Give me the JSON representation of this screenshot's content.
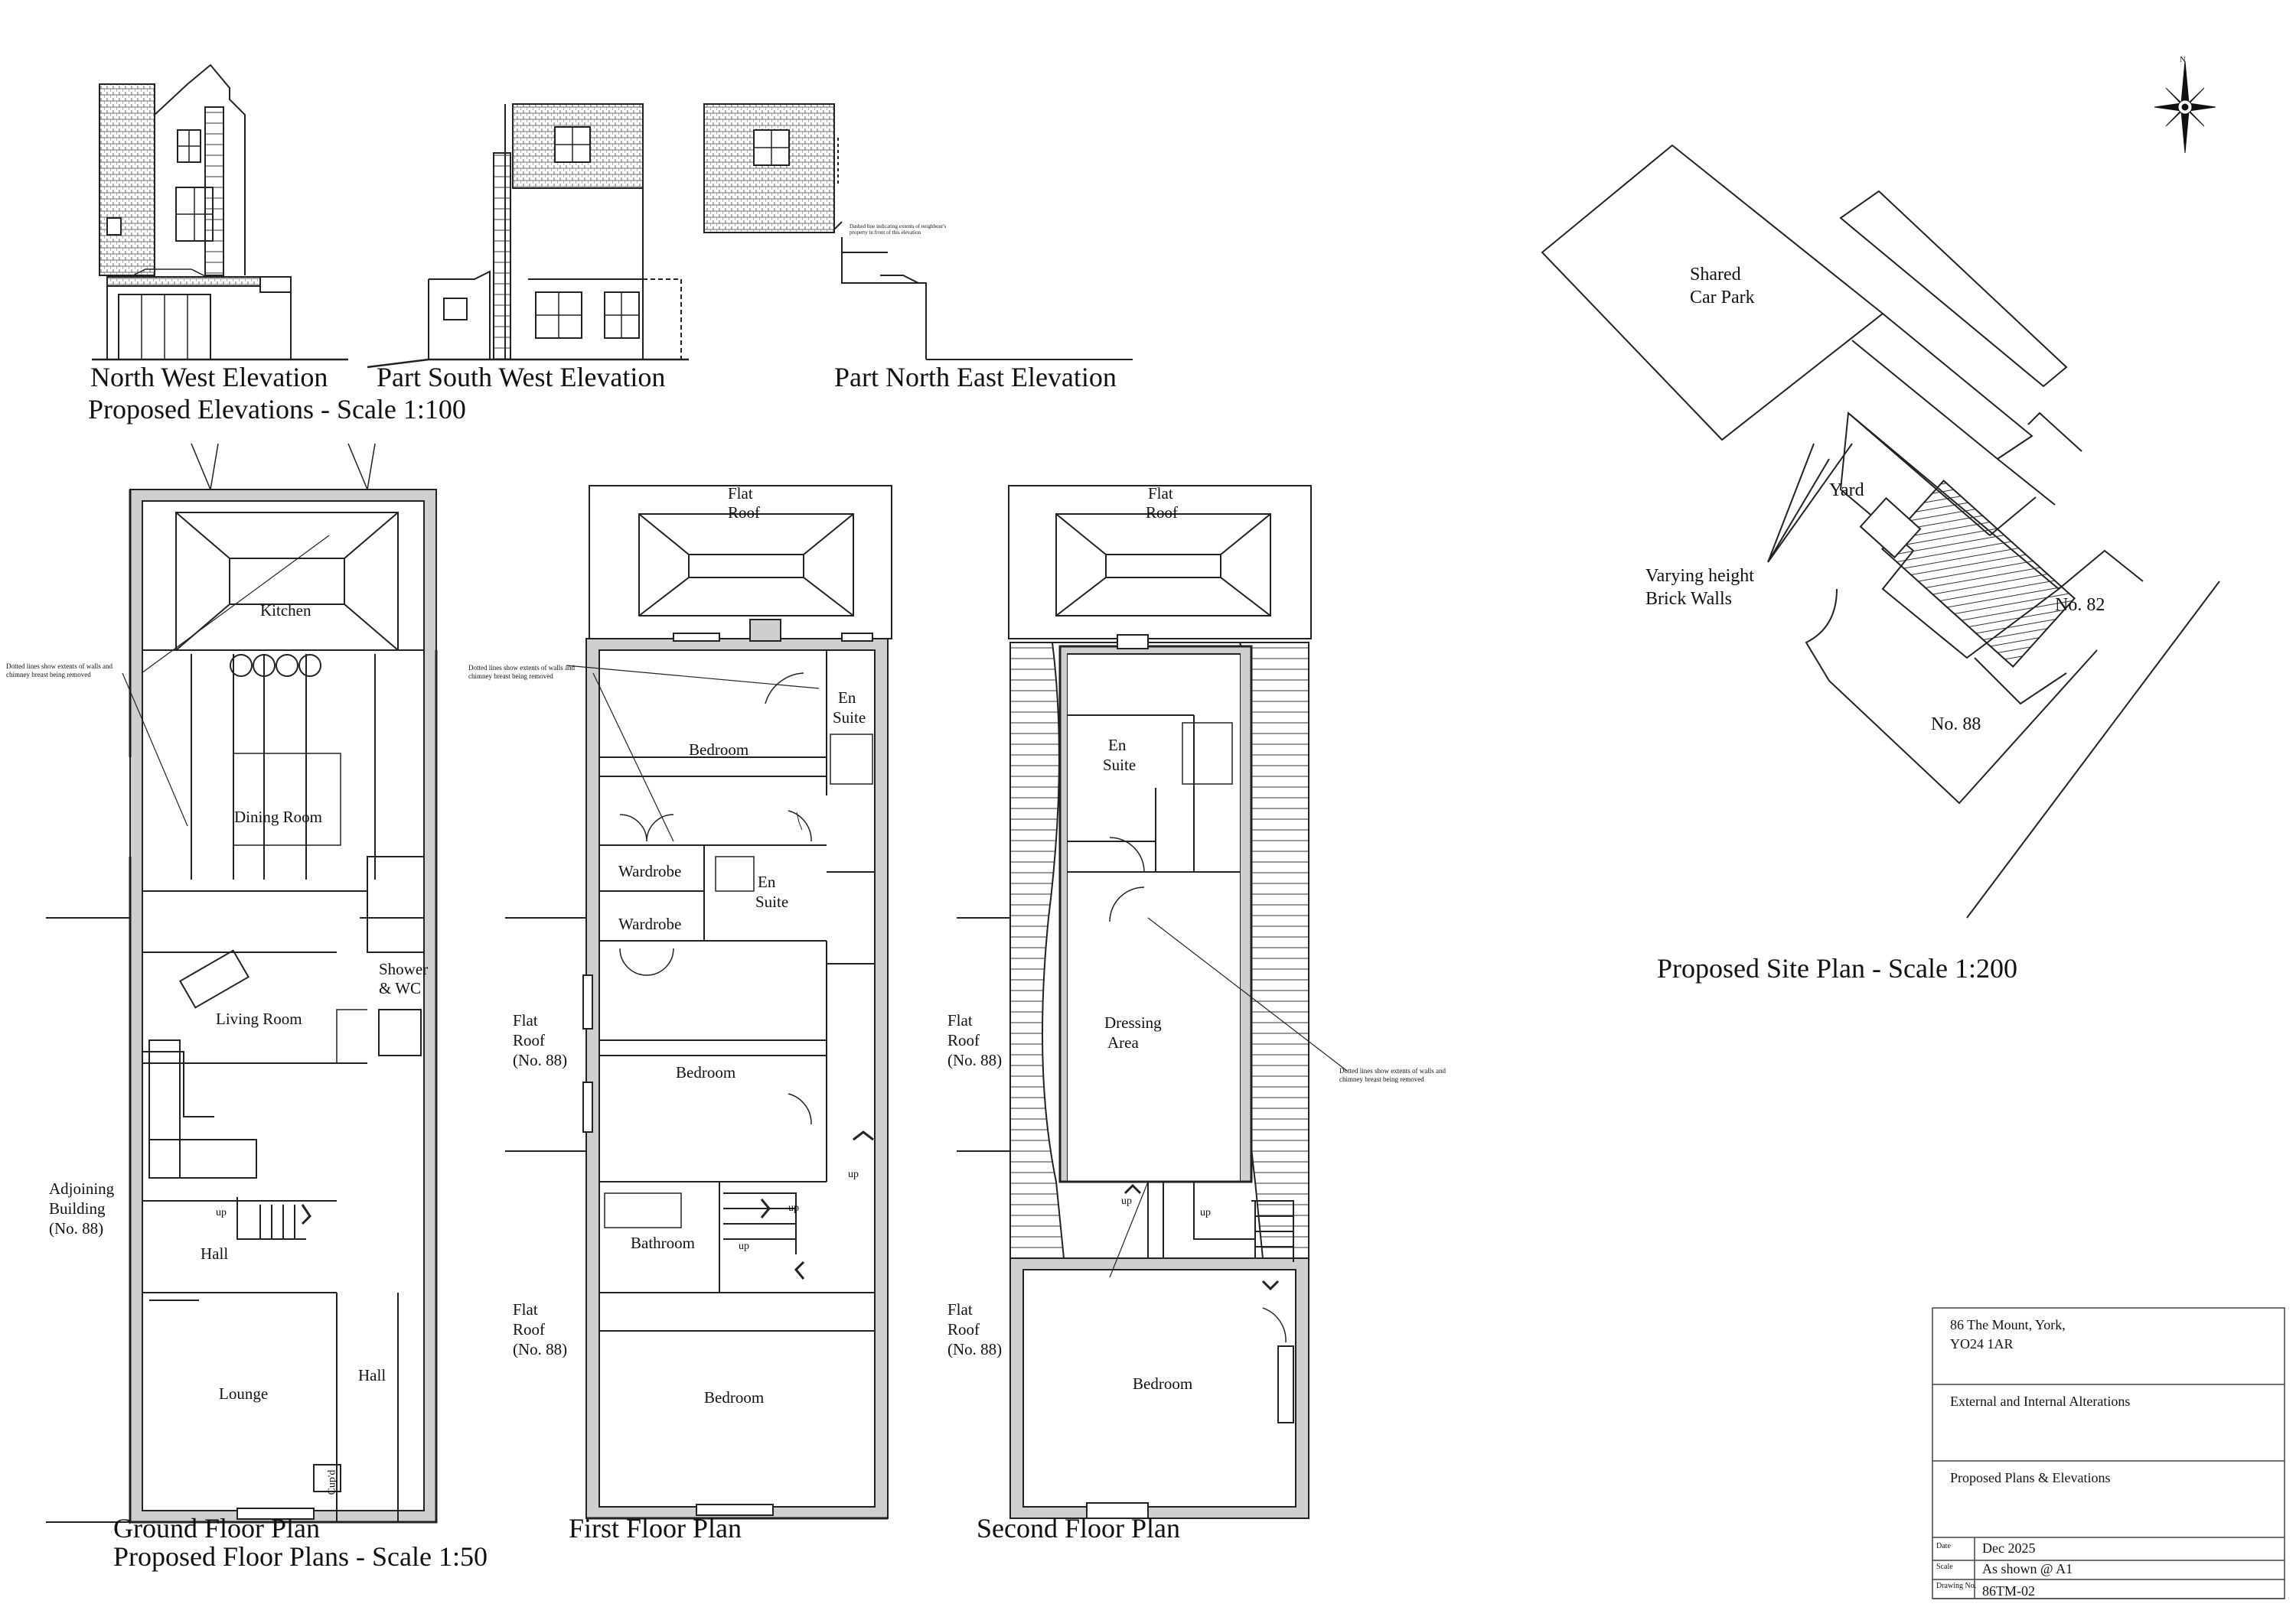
{
  "elevations": {
    "north_west": "North West Elevation",
    "south_west": "Part South West Elevation",
    "north_east": "Part North East Elevation",
    "scale_title": "Proposed Elevations - Scale 1:100",
    "neighbour_note": "Dashed line indicating extents of neighbour's property in front of this elevation"
  },
  "compass": {
    "north": "N"
  },
  "plans": {
    "ground": {
      "title": "Ground Floor Plan",
      "scale_title": "Proposed Floor Plans - Scale 1:50",
      "kitchen": "Kitchen",
      "dining": "Dining Room",
      "shower_wc_line1": "Shower",
      "shower_wc_line2": "& WC",
      "living": "Living Room",
      "hall": "Hall",
      "hall2": "Hall",
      "lounge": "Lounge",
      "cupd": "Cup'd",
      "up": "up",
      "adjoining_1": "Adjoining",
      "adjoining_2": "Building",
      "adjoining_3": "(No. 88)",
      "note": "Dotted lines show extents of walls and chimney breast being removed"
    },
    "first": {
      "title": "First Floor Plan",
      "flat_roof_1": "Flat",
      "flat_roof_2": "Roof",
      "bedroom_1": "Bedroom",
      "en_suite_1a": "En",
      "en_suite_1b": "Suite",
      "wardrobe_1": "Wardrobe",
      "wardrobe_2": "Wardrobe",
      "en_suite_2a": "En",
      "en_suite_2b": "Suite",
      "bedroom_2": "Bedroom",
      "bathroom": "Bathroom",
      "bedroom_3": "Bedroom",
      "up_1": "up",
      "up_2": "up",
      "up_3": "up",
      "side_roof_a1": "Flat",
      "side_roof_a2": "Roof",
      "side_roof_a3": "(No. 88)",
      "side_roof_b1": "Flat",
      "side_roof_b2": "Roof",
      "side_roof_b3": "(No. 88)",
      "note": "Dotted lines show extents of walls and chimney breast being removed"
    },
    "second": {
      "title": "Second Floor Plan",
      "flat_roof_1": "Flat",
      "flat_roof_2": "Roof",
      "en_suite_a": "En",
      "en_suite_b": "Suite",
      "dressing_a": "Dressing",
      "dressing_b": "Area",
      "bedroom": "Bedroom",
      "up_1": "up",
      "up_2": "up",
      "side_roof_a1": "Flat",
      "side_roof_a2": "Roof",
      "side_roof_a3": "(No. 88)",
      "side_roof_b1": "Flat",
      "side_roof_b2": "Roof",
      "side_roof_b3": "(No. 88)",
      "note": "Dotted lines show extents of walls and chimney breast being removed"
    }
  },
  "site": {
    "car_park_1": "Shared",
    "car_park_2": "Car Park",
    "yard": "Yard",
    "walls_1": "Varying height",
    "walls_2": "Brick Walls",
    "no82": "No. 82",
    "no88": "No. 88",
    "title": "Proposed Site Plan - Scale 1:200"
  },
  "title_block": {
    "address_1": "86 The Mount, York,",
    "address_2": "YO24 1AR",
    "project": "External and Internal Alterations",
    "drawing": "Proposed Plans & Elevations",
    "date_label": "Date",
    "date": "Dec 2025",
    "scale_label": "Scale",
    "scale": "As shown @ A1",
    "number_label": "Drawing No.",
    "number": "86TM-02"
  }
}
